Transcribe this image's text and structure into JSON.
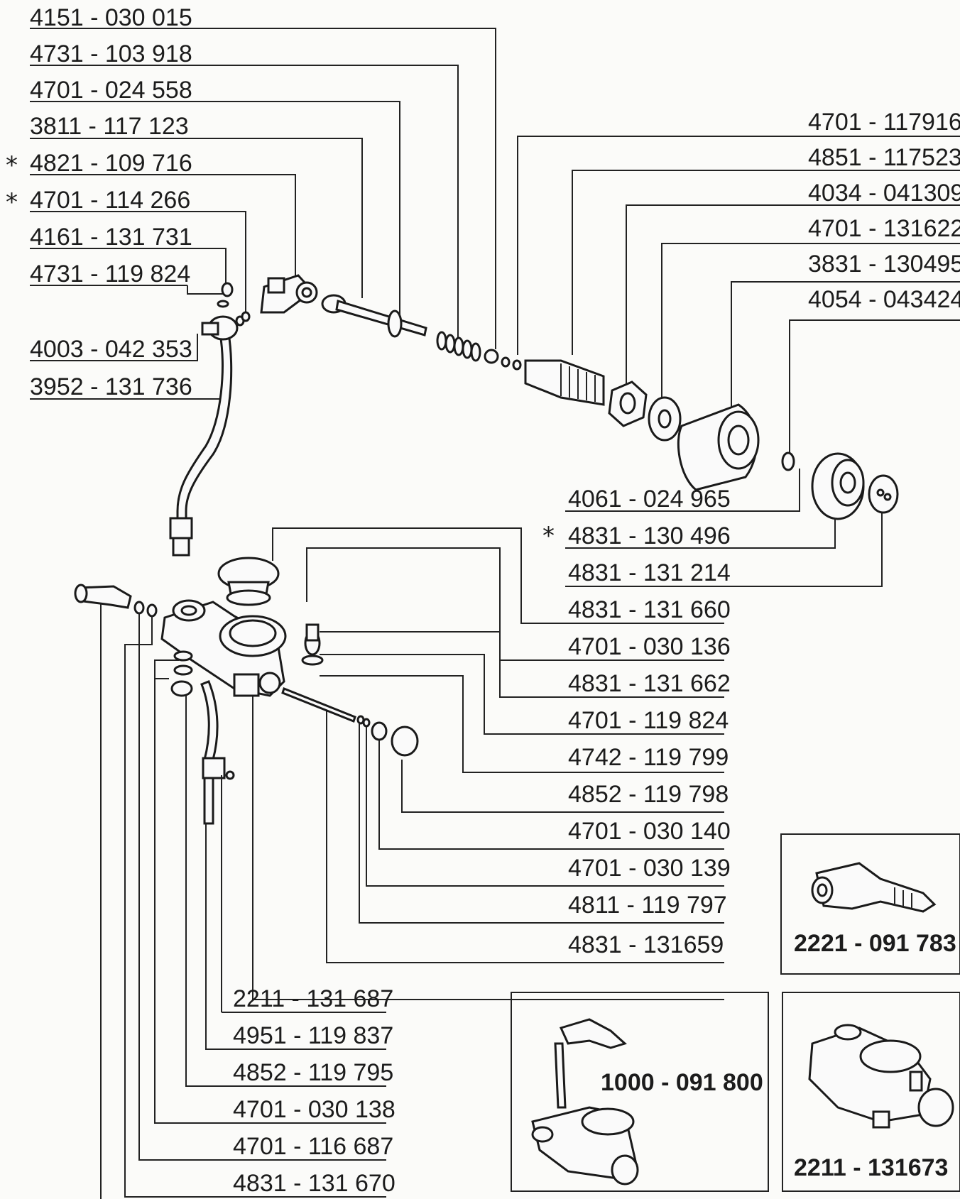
{
  "left_labels": [
    {
      "text": "4151 - 030 015",
      "star": false
    },
    {
      "text": "4731 - 103 918",
      "star": false
    },
    {
      "text": "4701 - 024 558",
      "star": false
    },
    {
      "text": "3811 - 117 123",
      "star": false
    },
    {
      "text": "4821 - 109 716",
      "star": true
    },
    {
      "text": "4701 - 114 266",
      "star": true
    },
    {
      "text": "4161 - 131 731",
      "star": false
    },
    {
      "text": "4731 - 119 824",
      "star": false
    },
    {
      "text": "4003 - 042 353",
      "star": false
    },
    {
      "text": "3952 - 131 736",
      "star": false
    }
  ],
  "right_labels": [
    {
      "text": "4701 - 117916"
    },
    {
      "text": "4851 - 117523"
    },
    {
      "text": "4034 - 041309"
    },
    {
      "text": "4701 - 131622"
    },
    {
      "text": "3831 - 130495"
    },
    {
      "text": "4054 - 043424"
    }
  ],
  "middle_labels": [
    {
      "text": "4061 - 024 965",
      "star": false
    },
    {
      "text": "4831 - 130 496",
      "star": true
    },
    {
      "text": "4831 - 131 214",
      "star": false
    },
    {
      "text": "4831 - 131 660",
      "star": false
    },
    {
      "text": "4701 - 030 136",
      "star": false
    },
    {
      "text": "4831 - 131 662",
      "star": false
    },
    {
      "text": "4701 - 119 824",
      "star": false
    },
    {
      "text": "4742 - 119 799",
      "star": false
    },
    {
      "text": "4852 - 119 798",
      "star": false
    },
    {
      "text": "4701 - 030 140",
      "star": false
    },
    {
      "text": "4701 - 030 139",
      "star": false
    },
    {
      "text": "4811 - 119 797",
      "star": false
    },
    {
      "text": "4831 - 131659",
      "star": false
    }
  ],
  "bottom_labels": [
    {
      "text": "2211 - 131 687"
    },
    {
      "text": "4951 - 119 837"
    },
    {
      "text": "4852 - 119 795"
    },
    {
      "text": "4701 - 030 138"
    },
    {
      "text": "4701 - 116 687"
    },
    {
      "text": "4831 - 131 670"
    }
  ],
  "assemblies": [
    {
      "text": "2221 - 091 783"
    },
    {
      "text": "1000 - 091 800"
    },
    {
      "text": "2211 - 131673"
    }
  ],
  "star_glyph": "*"
}
